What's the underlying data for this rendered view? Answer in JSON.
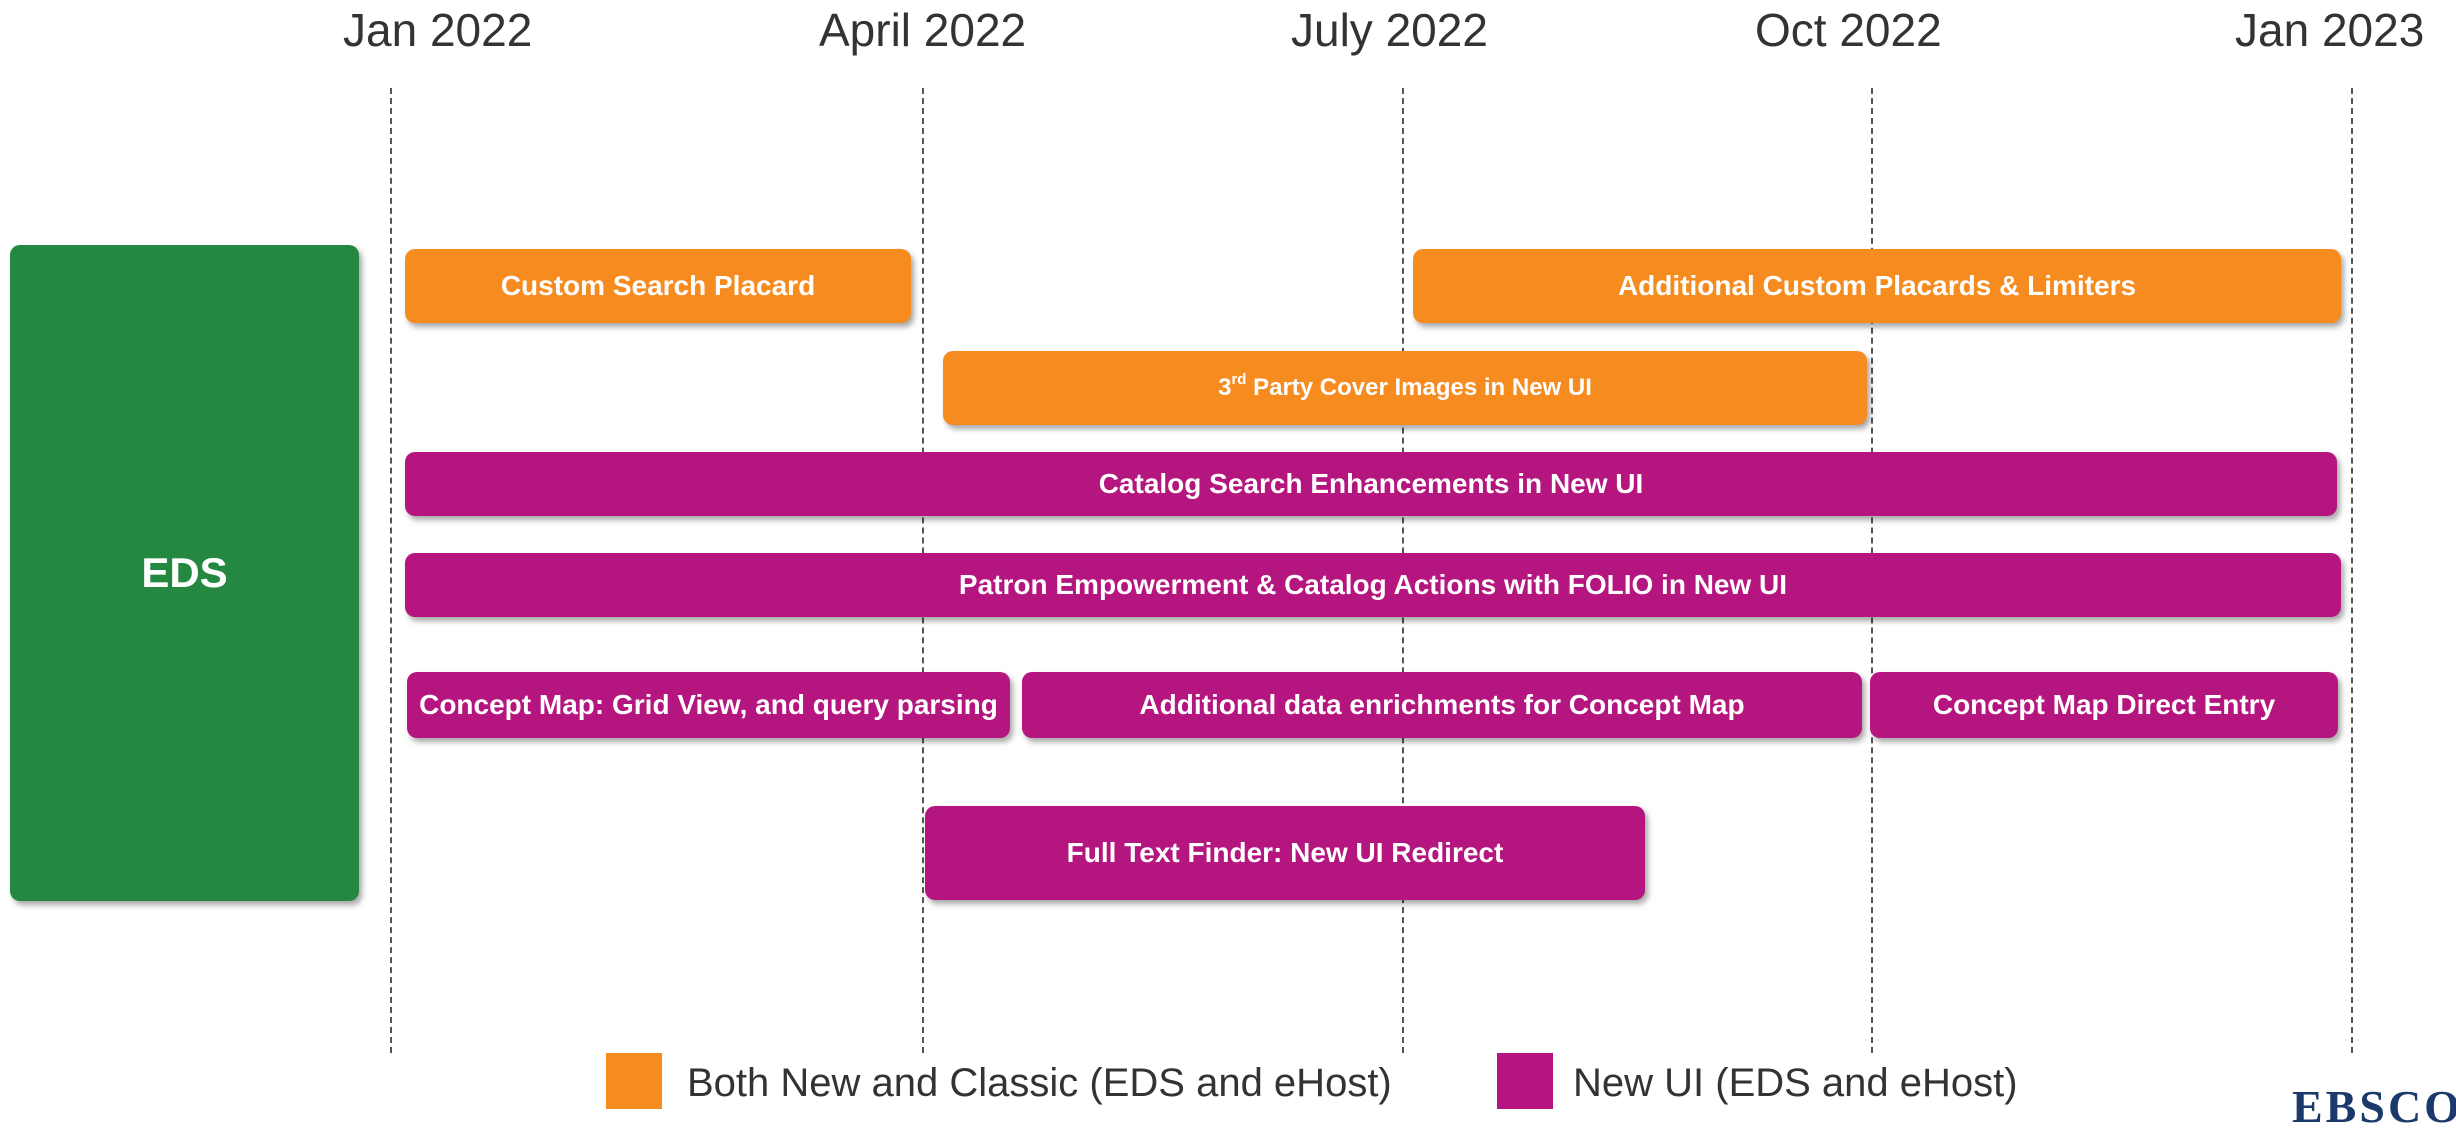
{
  "timeline": {
    "labels": [
      "Jan 2022",
      "April 2022",
      "July 2022",
      "Oct 2022",
      "Jan 2023"
    ]
  },
  "row_label": "EDS",
  "items": {
    "custom_search_placard": "Custom Search Placard",
    "additional_custom_placards": "Additional Custom Placards & Limiters",
    "cover_images_prefix": "3",
    "cover_images_sup": "rd",
    "cover_images_suffix": " Party Cover Images in New UI",
    "catalog_search": "Catalog Search Enhancements in New UI",
    "patron_empowerment": "Patron Empowerment & Catalog Actions with FOLIO in New UI",
    "concept_map_grid": "Concept Map: Grid View, and query parsing",
    "concept_map_enrichments": "Additional data enrichments for Concept Map",
    "concept_map_direct": "Concept Map Direct Entry",
    "full_text_finder": "Full Text Finder: New UI Redirect"
  },
  "legend": {
    "both": "Both New and Classic (EDS and eHost)",
    "new_ui": "New UI (EDS and eHost)"
  },
  "logo": "EBSCO",
  "colors": {
    "orange": "#F68B1F",
    "magenta": "#B5157F",
    "green": "#248840"
  }
}
